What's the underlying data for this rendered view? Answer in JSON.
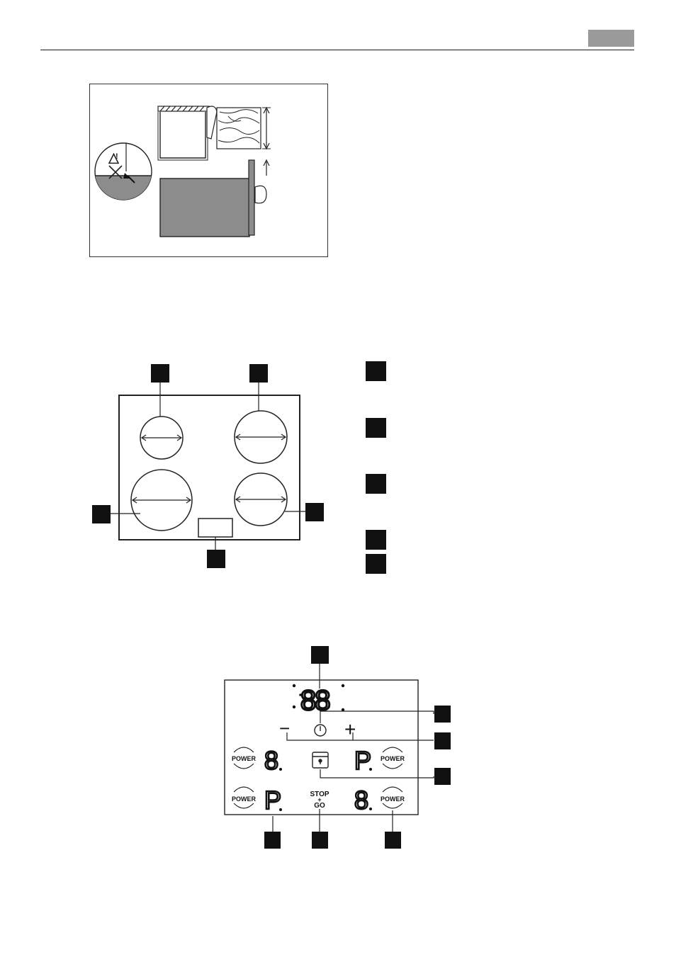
{
  "header": {
    "tab_color": "#9a9a9a"
  },
  "figure_installation": {
    "warning_icon": "warning-triangle-icon",
    "no_entry_icon": "cross-icon"
  },
  "figure_hob_layout": {
    "zones": 4,
    "has_control_panel": true
  },
  "legend_markers": {
    "count": 5
  },
  "control_panel": {
    "timer_display": "88",
    "power_labels": [
      "POWER",
      "POWER",
      "POWER",
      "POWER"
    ],
    "zone_displays": [
      "8",
      "P",
      "P",
      "8"
    ],
    "stop_go_label_top": "STOP",
    "stop_go_label_plus": "+",
    "stop_go_label_bottom": "GO",
    "minus_symbol": "−",
    "plus_symbol": "+",
    "icons": [
      "clock-icon",
      "lock-icon"
    ]
  }
}
